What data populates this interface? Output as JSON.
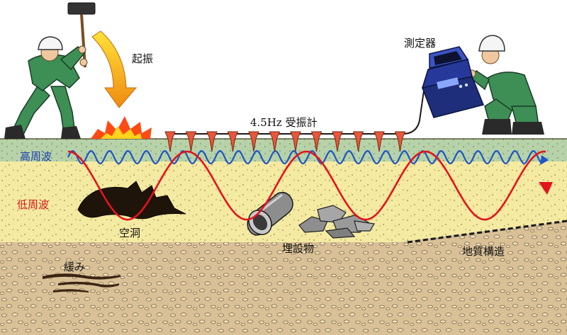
{
  "labels": {
    "excitation": "起振",
    "geophone": "4.5Hz 受振計",
    "recorder": "測定器",
    "high_freq": "高周波",
    "low_freq": "低周波",
    "cavity": "空洞",
    "buried_object": "埋設物",
    "geology": "地質構造",
    "loosening": "緩み"
  },
  "colors": {
    "surface_layer": "#b7d2a8",
    "sand_layer": "#f4eaa2",
    "gravel_layer": "#d9c096",
    "high_freq_wave": "#1d55c4",
    "low_freq_wave": "#e3141b",
    "geophone": "#e8573a",
    "worker_suit": "#3d8f55"
  },
  "icons": [
    "hammer-icon",
    "impact-arrow-icon",
    "impact-burst-icon",
    "geophone-icon",
    "recorder-icon",
    "pipe-icon",
    "rubble-icon"
  ]
}
